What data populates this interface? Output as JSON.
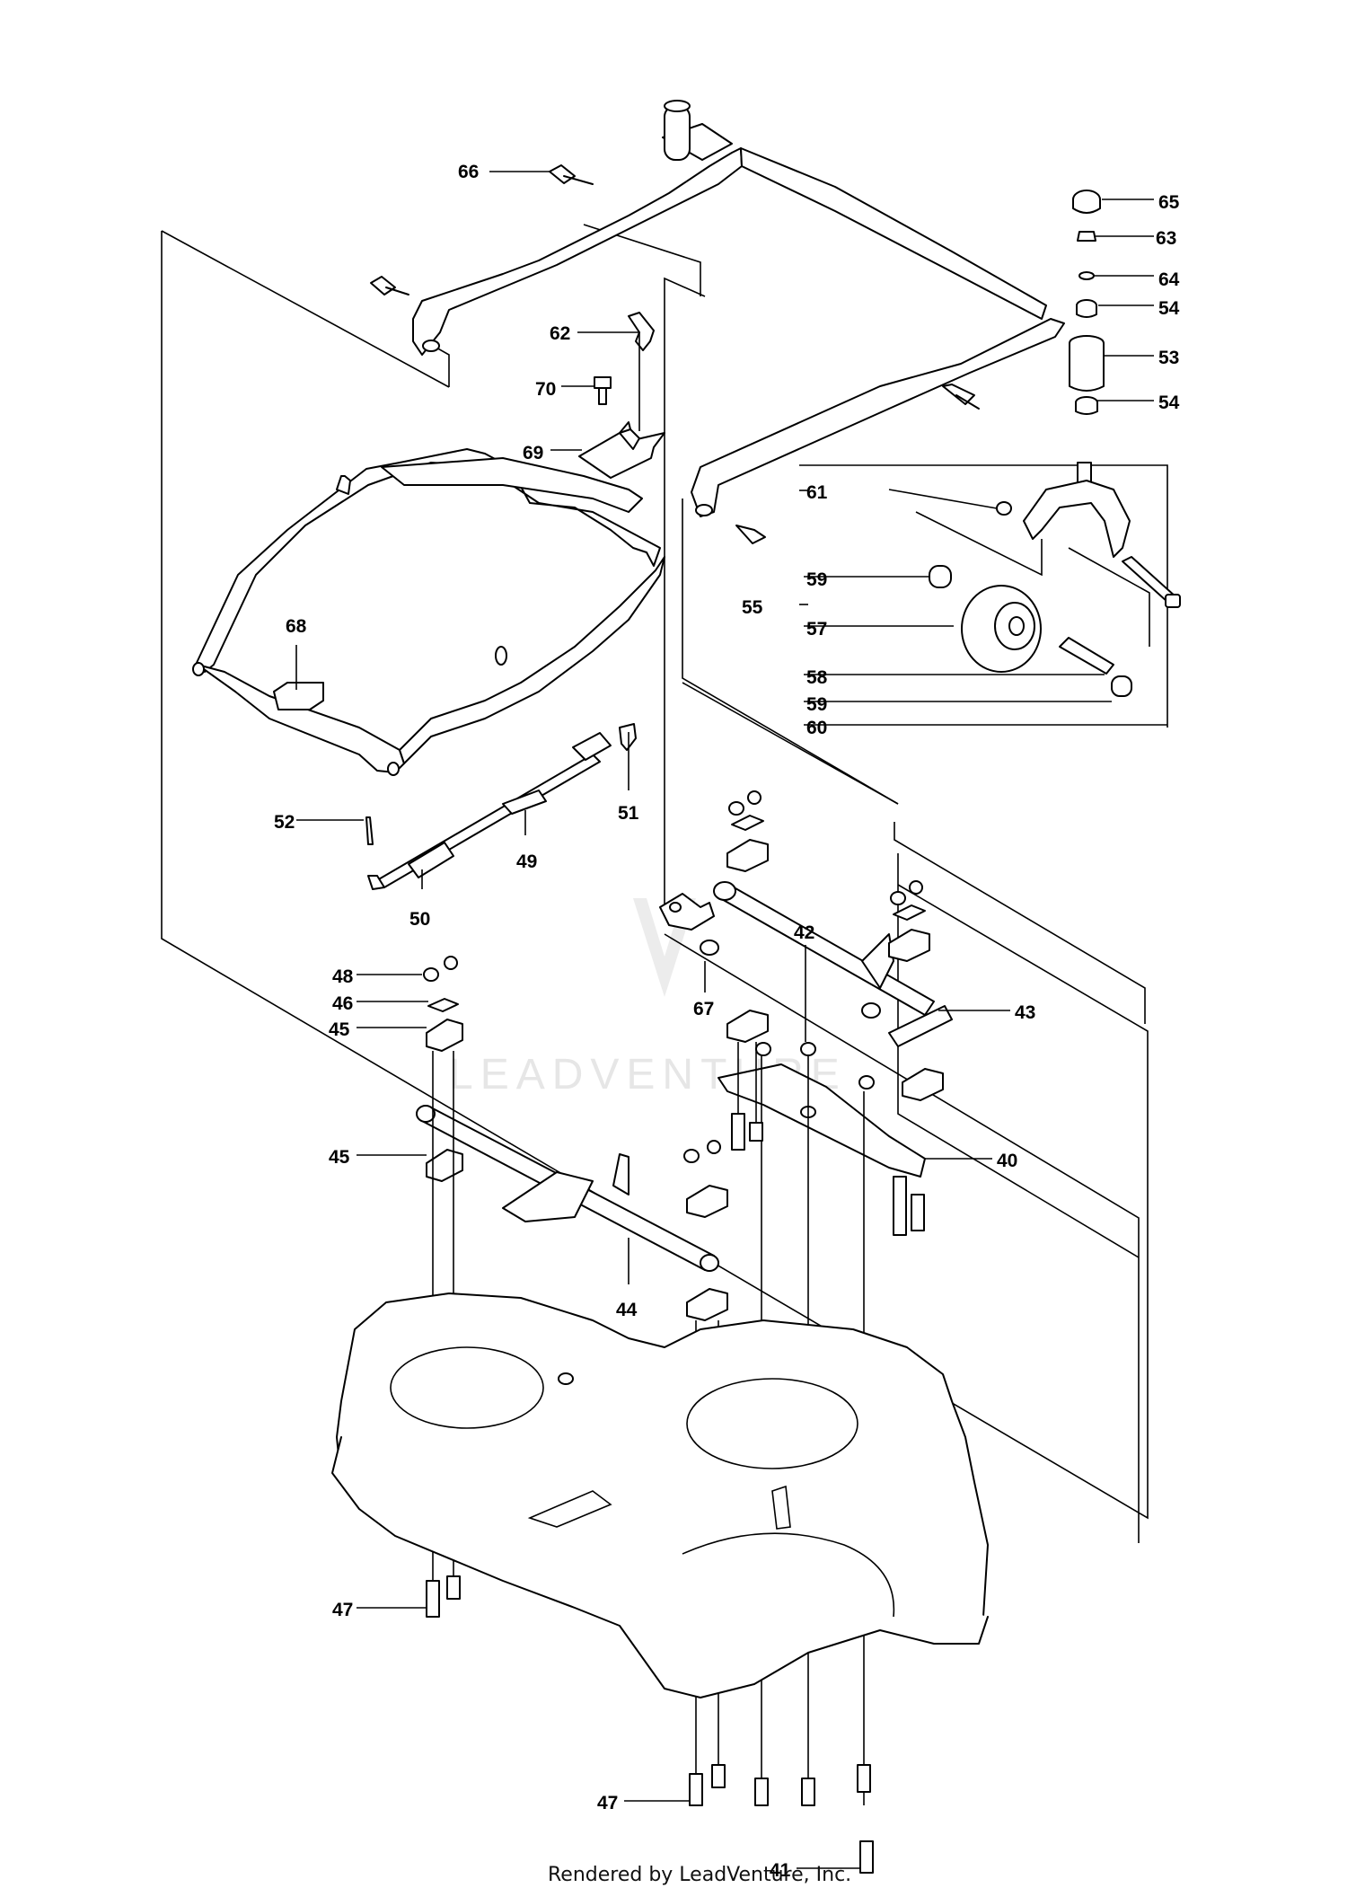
{
  "callouts": [
    {
      "id": "66",
      "label": "66"
    },
    {
      "id": "65",
      "label": "65"
    },
    {
      "id": "63",
      "label": "63"
    },
    {
      "id": "64",
      "label": "64"
    },
    {
      "id": "54a",
      "label": "54"
    },
    {
      "id": "62",
      "label": "62"
    },
    {
      "id": "53",
      "label": "53"
    },
    {
      "id": "70",
      "label": "70"
    },
    {
      "id": "54b",
      "label": "54"
    },
    {
      "id": "69",
      "label": "69"
    },
    {
      "id": "61",
      "label": "61"
    },
    {
      "id": "59a",
      "label": "59"
    },
    {
      "id": "55",
      "label": "55"
    },
    {
      "id": "68",
      "label": "68"
    },
    {
      "id": "57",
      "label": "57"
    },
    {
      "id": "58",
      "label": "58"
    },
    {
      "id": "59b",
      "label": "59"
    },
    {
      "id": "60",
      "label": "60"
    },
    {
      "id": "52",
      "label": "52"
    },
    {
      "id": "51",
      "label": "51"
    },
    {
      "id": "49",
      "label": "49"
    },
    {
      "id": "50",
      "label": "50"
    },
    {
      "id": "42",
      "label": "42"
    },
    {
      "id": "48",
      "label": "48"
    },
    {
      "id": "67",
      "label": "67"
    },
    {
      "id": "46",
      "label": "46"
    },
    {
      "id": "43",
      "label": "43"
    },
    {
      "id": "45a",
      "label": "45"
    },
    {
      "id": "40",
      "label": "40"
    },
    {
      "id": "45b",
      "label": "45"
    },
    {
      "id": "44",
      "label": "44"
    },
    {
      "id": "47a",
      "label": "47"
    },
    {
      "id": "47b",
      "label": "47"
    },
    {
      "id": "41",
      "label": "41"
    }
  ],
  "watermark": "LEADVENTURE",
  "footer": "Rendered by LeadVenture, Inc.",
  "colors": {
    "line": "#000000",
    "background": "#ffffff",
    "watermark": "#e6e6e6"
  }
}
